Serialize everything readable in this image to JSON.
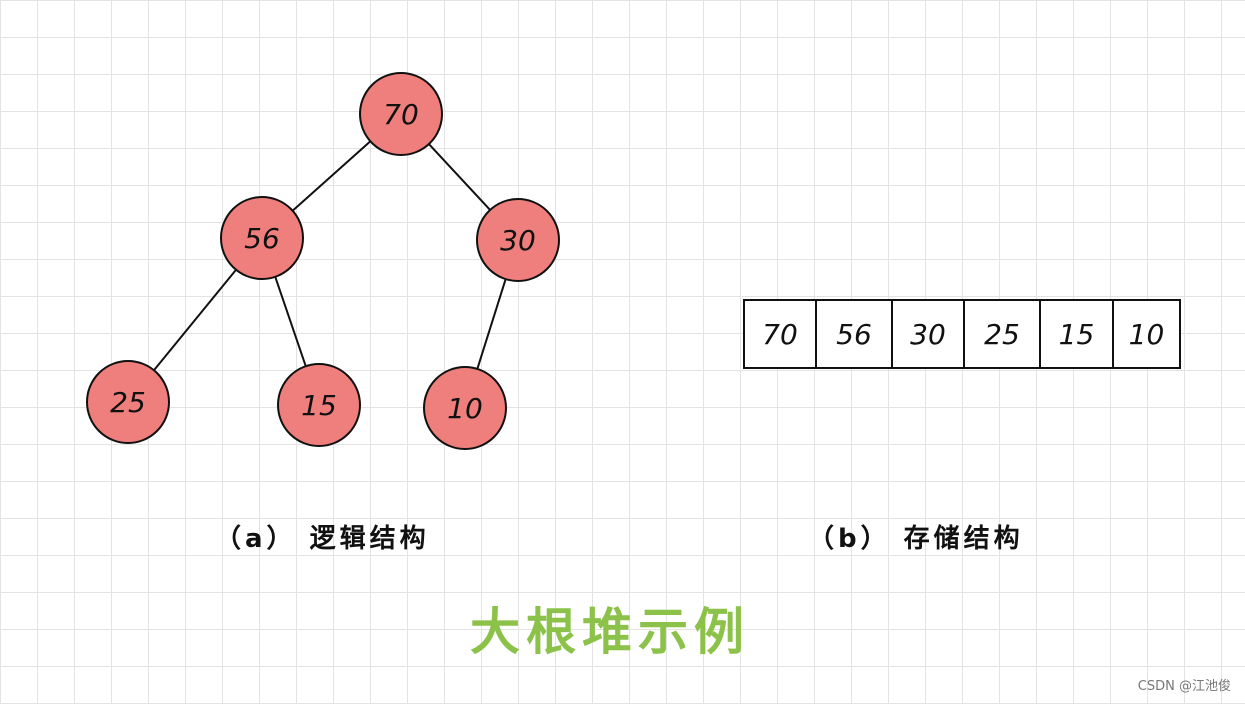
{
  "tree": {
    "nodes": [
      {
        "id": "n0",
        "label": "70"
      },
      {
        "id": "n1",
        "label": "56"
      },
      {
        "id": "n2",
        "label": "30"
      },
      {
        "id": "n3",
        "label": "25"
      },
      {
        "id": "n4",
        "label": "15"
      },
      {
        "id": "n5",
        "label": "10"
      }
    ],
    "edges": [
      {
        "from": "n0",
        "to": "n1"
      },
      {
        "from": "n0",
        "to": "n2"
      },
      {
        "from": "n1",
        "to": "n3"
      },
      {
        "from": "n1",
        "to": "n4"
      },
      {
        "from": "n2",
        "to": "n5"
      }
    ]
  },
  "array": {
    "cells": [
      "70",
      "56",
      "30",
      "25",
      "15",
      "10"
    ]
  },
  "captions": {
    "logical": "（a） 逻辑结构",
    "storage": "（b） 存储结构"
  },
  "title": "大根堆示例",
  "watermark": "CSDN @江池俊",
  "colors": {
    "node_fill": "#ee7f7c",
    "title": "#8cc24a",
    "grid": "#e3e3e3"
  }
}
